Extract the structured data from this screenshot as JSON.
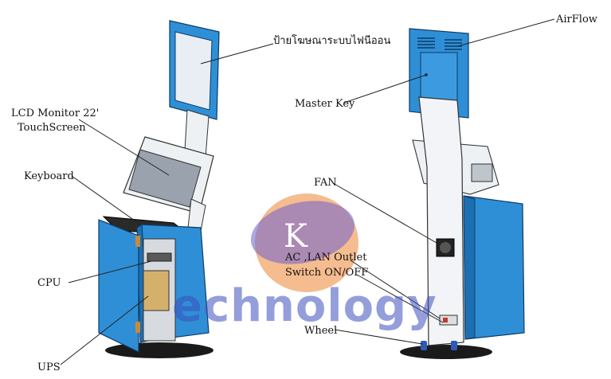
{
  "labels": {
    "signage": "ป้ายโฆษณาระบบไฟนีออน",
    "airflow": "AirFlow",
    "master_key": "Master Key",
    "lcd_line1": "LCD Monitor 22'",
    "lcd_line2": "TouchScreen",
    "keyboard": "Keyboard",
    "fan": "FAN",
    "ac_lan": "AC ,LAN Outlet",
    "switch": "Switch ON/OFF",
    "cpu": "CPU",
    "wheel": "Wheel",
    "ups": "UPS"
  },
  "watermark": {
    "letter": "K",
    "word": "echnology"
  },
  "colors": {
    "kiosk_blue": "#2f8fd6",
    "kiosk_blue_dark": "#1d6fb3",
    "panel_white": "#f2f4f7",
    "logo_orange": "#f2a66a",
    "logo_purple": "#4a3db0"
  }
}
